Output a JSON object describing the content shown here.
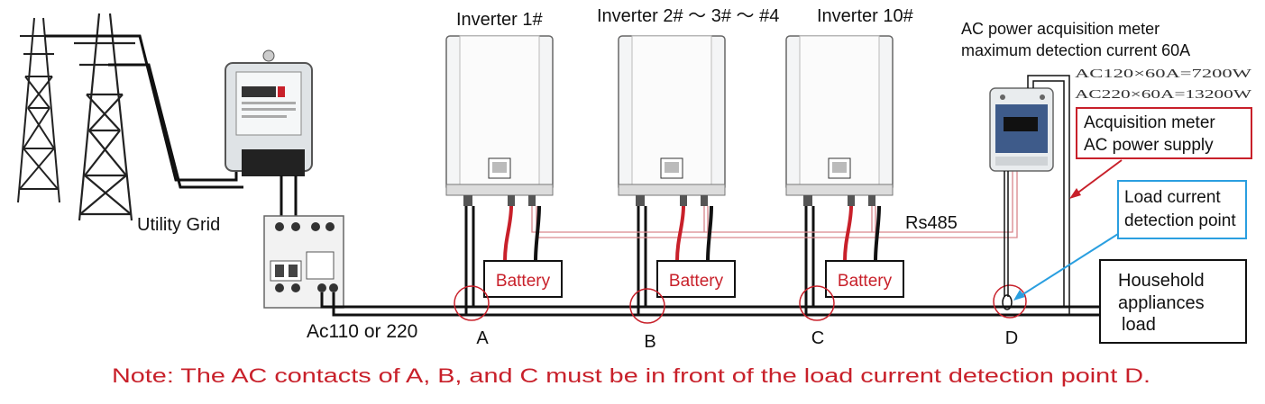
{
  "inverters": {
    "first": "Inverter 1#",
    "middle": "Inverter 2# ～ 3# ～ #4",
    "last": "Inverter 10#"
  },
  "meter": {
    "title_line1": "AC power acquisition meter",
    "title_line2": "maximum detection current 60A",
    "spec_line1": "AC120×60A=7200W",
    "spec_line2": "AC220×60A=13200W"
  },
  "callouts": {
    "supply_line1": "Acquisition meter",
    "supply_line2": "AC power supply",
    "detect_line1": "Load current",
    "detect_line2": "detection point",
    "household_line1": "Household",
    "household_line2": "appliances",
    "household_line3": "load"
  },
  "labels": {
    "utility_grid": "Utility Grid",
    "rs485": "Rs485",
    "ac_voltage": "Ac110 or 220",
    "battery": "Battery",
    "point_a": "A",
    "point_b": "B",
    "point_c": "C",
    "point_d": "D"
  },
  "note": "Note: The AC contacts of A, B, and C must be in front of the load current detection point D.",
  "colors": {
    "red": "#c8202a",
    "blue": "#2a9fe0",
    "black": "#111111"
  }
}
